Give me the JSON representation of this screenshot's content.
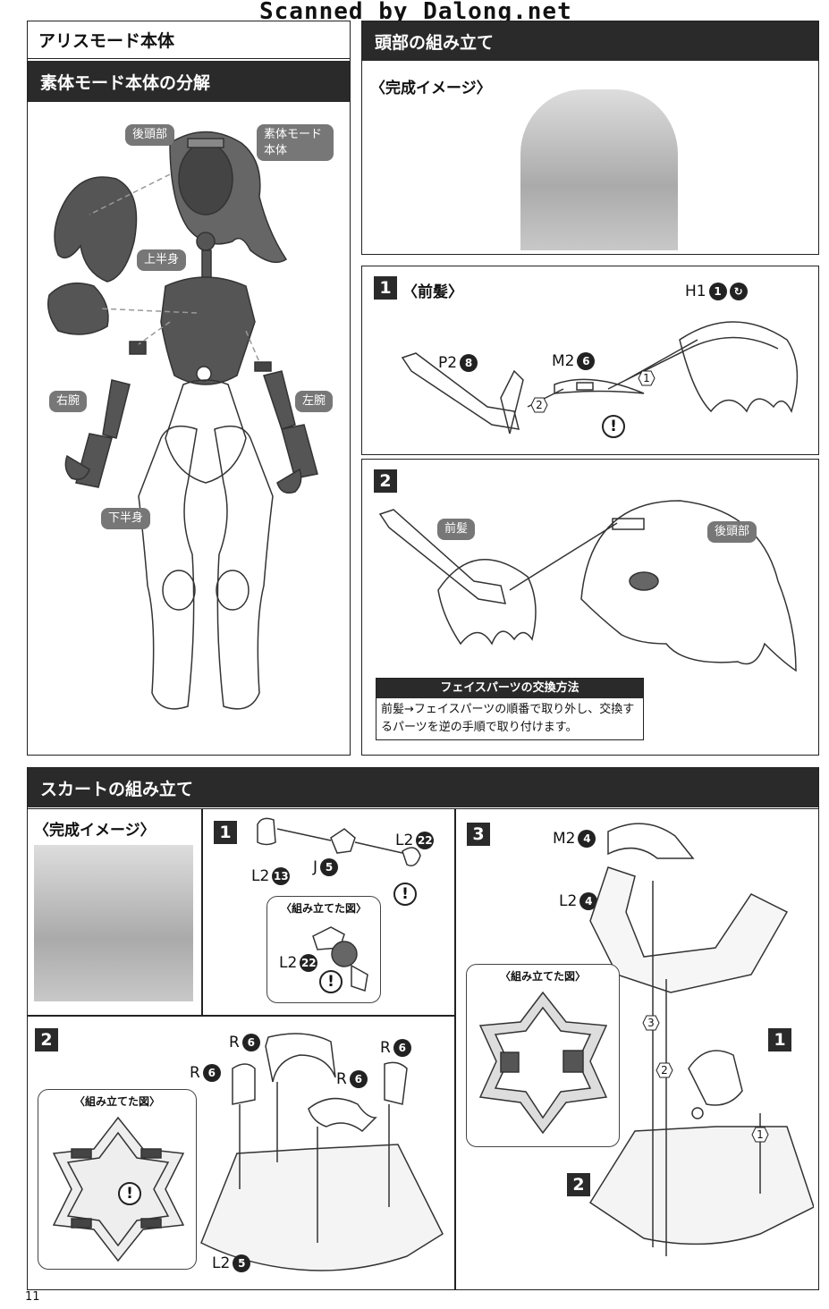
{
  "watermark": "Scanned by Dalong.net",
  "page_number": "11",
  "alice": {
    "title": "アリスモード本体",
    "subtitle": "素体モード本体の分解",
    "labels": {
      "back_head": "後頭部",
      "body_mode": "素体モード本体",
      "upper_body": "上半身",
      "right_arm": "右腕",
      "left_arm": "左腕",
      "lower_body": "下半身"
    }
  },
  "head": {
    "title": "頭部の組み立て",
    "complete_image": "〈完成イメージ〉",
    "step1": {
      "num": "1",
      "title": "〈前髪〉",
      "parts": {
        "h1": {
          "code": "H1",
          "num": "1"
        },
        "p2": {
          "code": "P2",
          "num": "8"
        },
        "m2": {
          "code": "M2",
          "num": "6"
        }
      },
      "order1": "1",
      "order2": "2"
    },
    "step2": {
      "num": "2",
      "front_hair": "前髪",
      "back_head": "後頭部",
      "note_title": "フェイスパーツの交換方法",
      "note_body": "前髪→フェイスパーツの順番で取り外し、交換するパーツを逆の手順で取り付けます。"
    }
  },
  "skirt": {
    "title": "スカートの組み立て",
    "complete_image": "〈完成イメージ〉",
    "assembled_view": "〈組み立てた図〉",
    "step1": {
      "num": "1",
      "parts": {
        "l2a": {
          "code": "L2",
          "num": "13"
        },
        "j": {
          "code": "J",
          "num": "5"
        },
        "l2b": {
          "code": "L2",
          "num": "22"
        },
        "l2c": {
          "code": "L2",
          "num": "22"
        }
      }
    },
    "step2": {
      "num": "2",
      "r6": {
        "code": "R",
        "num": "6"
      },
      "l2": {
        "code": "L2",
        "num": "5"
      }
    },
    "step3": {
      "num": "3",
      "m2": {
        "code": "M2",
        "num": "4"
      },
      "l2": {
        "code": "L2",
        "num": "4"
      },
      "inner_step1": "1",
      "inner_step2": "2",
      "order1": "1",
      "order2": "2",
      "order3": "3"
    }
  },
  "warning_symbol": "!",
  "colors": {
    "dark_header": "#2a2a2a",
    "tag_gray": "#777777"
  }
}
